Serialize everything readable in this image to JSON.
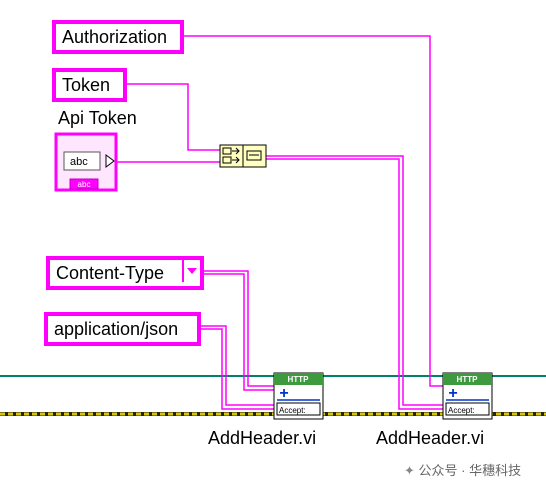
{
  "constants": {
    "authorization": "Authorization",
    "token": "Token",
    "content_type": "Content-Type",
    "application_json": "application/json"
  },
  "control": {
    "label": "Api Token",
    "inner_text": "abc",
    "type_text": "abc"
  },
  "header_node": {
    "banner": "HTTP",
    "plus": "+",
    "field": "Accept:"
  },
  "subvis": [
    "AddHeader.vi",
    "AddHeader.vi"
  ],
  "watermark": "公众号 · 华穗科技",
  "colors": {
    "string_wire": "#ff00ff",
    "refnum_wire": "#00806e",
    "error_wire": "#c9b800",
    "node_header": "#3e9a3e",
    "concat_bg": "#ffffc0"
  }
}
